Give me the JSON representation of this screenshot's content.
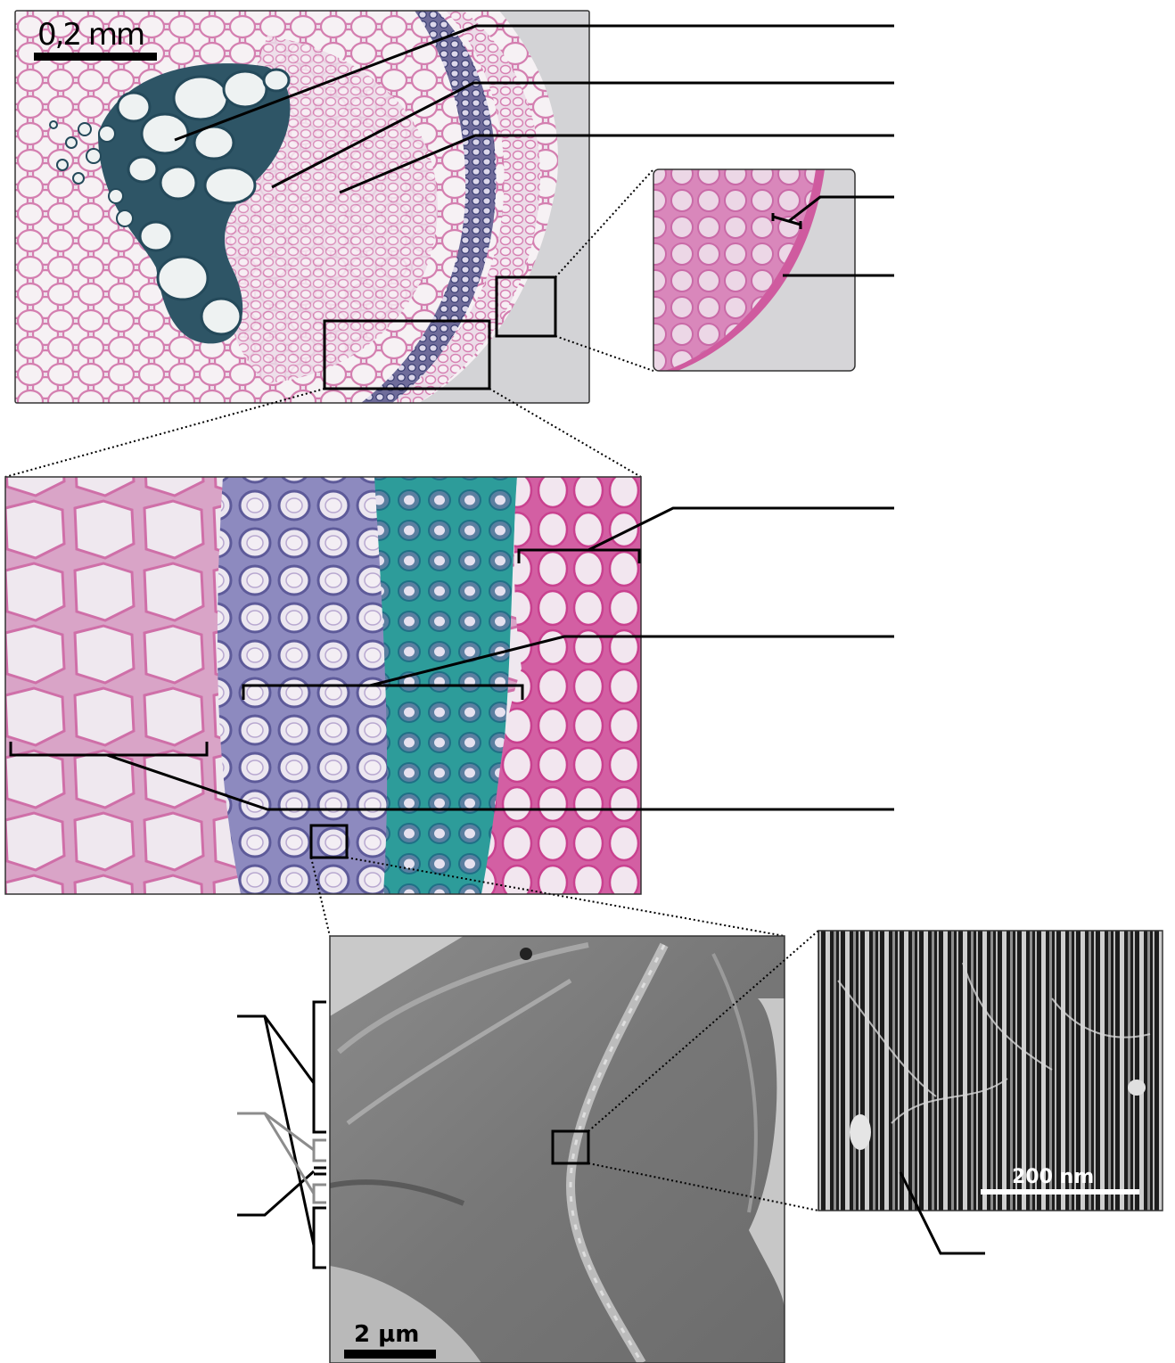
{
  "scalebars": {
    "micrograph_top": "0,2 mm",
    "tem": "2 µm",
    "sem": "200 nm"
  },
  "colors": {
    "stain_pink": "#d98ab8",
    "stain_blue": "#2f5d6e",
    "stain_teal": "#3aa39a",
    "background_tissue": "#e9e0ea",
    "tem_gray": "#8a8a8a",
    "sem_dark": "#2a2a2a",
    "leader_black": "#000000",
    "leader_gray": "#8c8c8c"
  },
  "panels": [
    "stem-cross-section-micrograph",
    "epidermis-inset",
    "tissue-zoom-micrograph",
    "tem-cell-wall-micrograph",
    "sem-cellulose-microfibrils"
  ]
}
